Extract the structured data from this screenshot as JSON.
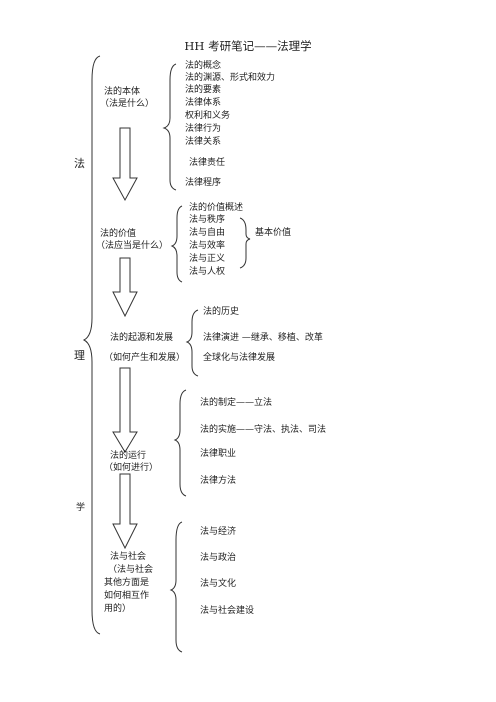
{
  "title": "HH  考研笔记——法理学",
  "side_chars": [
    "法",
    "理",
    "学"
  ],
  "sections": [
    {
      "label": [
        "法的本体",
        "（法是什么）"
      ],
      "items": [
        "法的概念",
        "法的渊源、形式和效力",
        "法的要素",
        "法律体系",
        "权利和义务",
        "法律行为",
        "法律关系",
        "法律责任",
        "法律程序"
      ]
    },
    {
      "label": [
        "法的价值",
        "（法应当是什么）"
      ],
      "items": [
        "法的价值概述",
        "法与秩序",
        "法与自由",
        "法与效率",
        "法与正义",
        "法与人权"
      ],
      "sub_group_label": "基本价值"
    },
    {
      "label": [
        "法的起源和发展",
        "（如何产生和发展）"
      ],
      "items": [
        "法的历史",
        "法律演进 —继承、移植、改革",
        "全球化与法律发展"
      ]
    },
    {
      "label": [
        "法的运行",
        "（如何进行）"
      ],
      "items": [
        "法的制定——立法",
        "法的实施——守法、执法、司法",
        "法律职业",
        "法律方法"
      ]
    },
    {
      "label": [
        "法与社会",
        "（法与社会",
        "其他方面是",
        "如何相互作",
        "用的）"
      ],
      "items": [
        "法与经济",
        "法与政治",
        "法与文化",
        "法与社会建设"
      ]
    }
  ]
}
